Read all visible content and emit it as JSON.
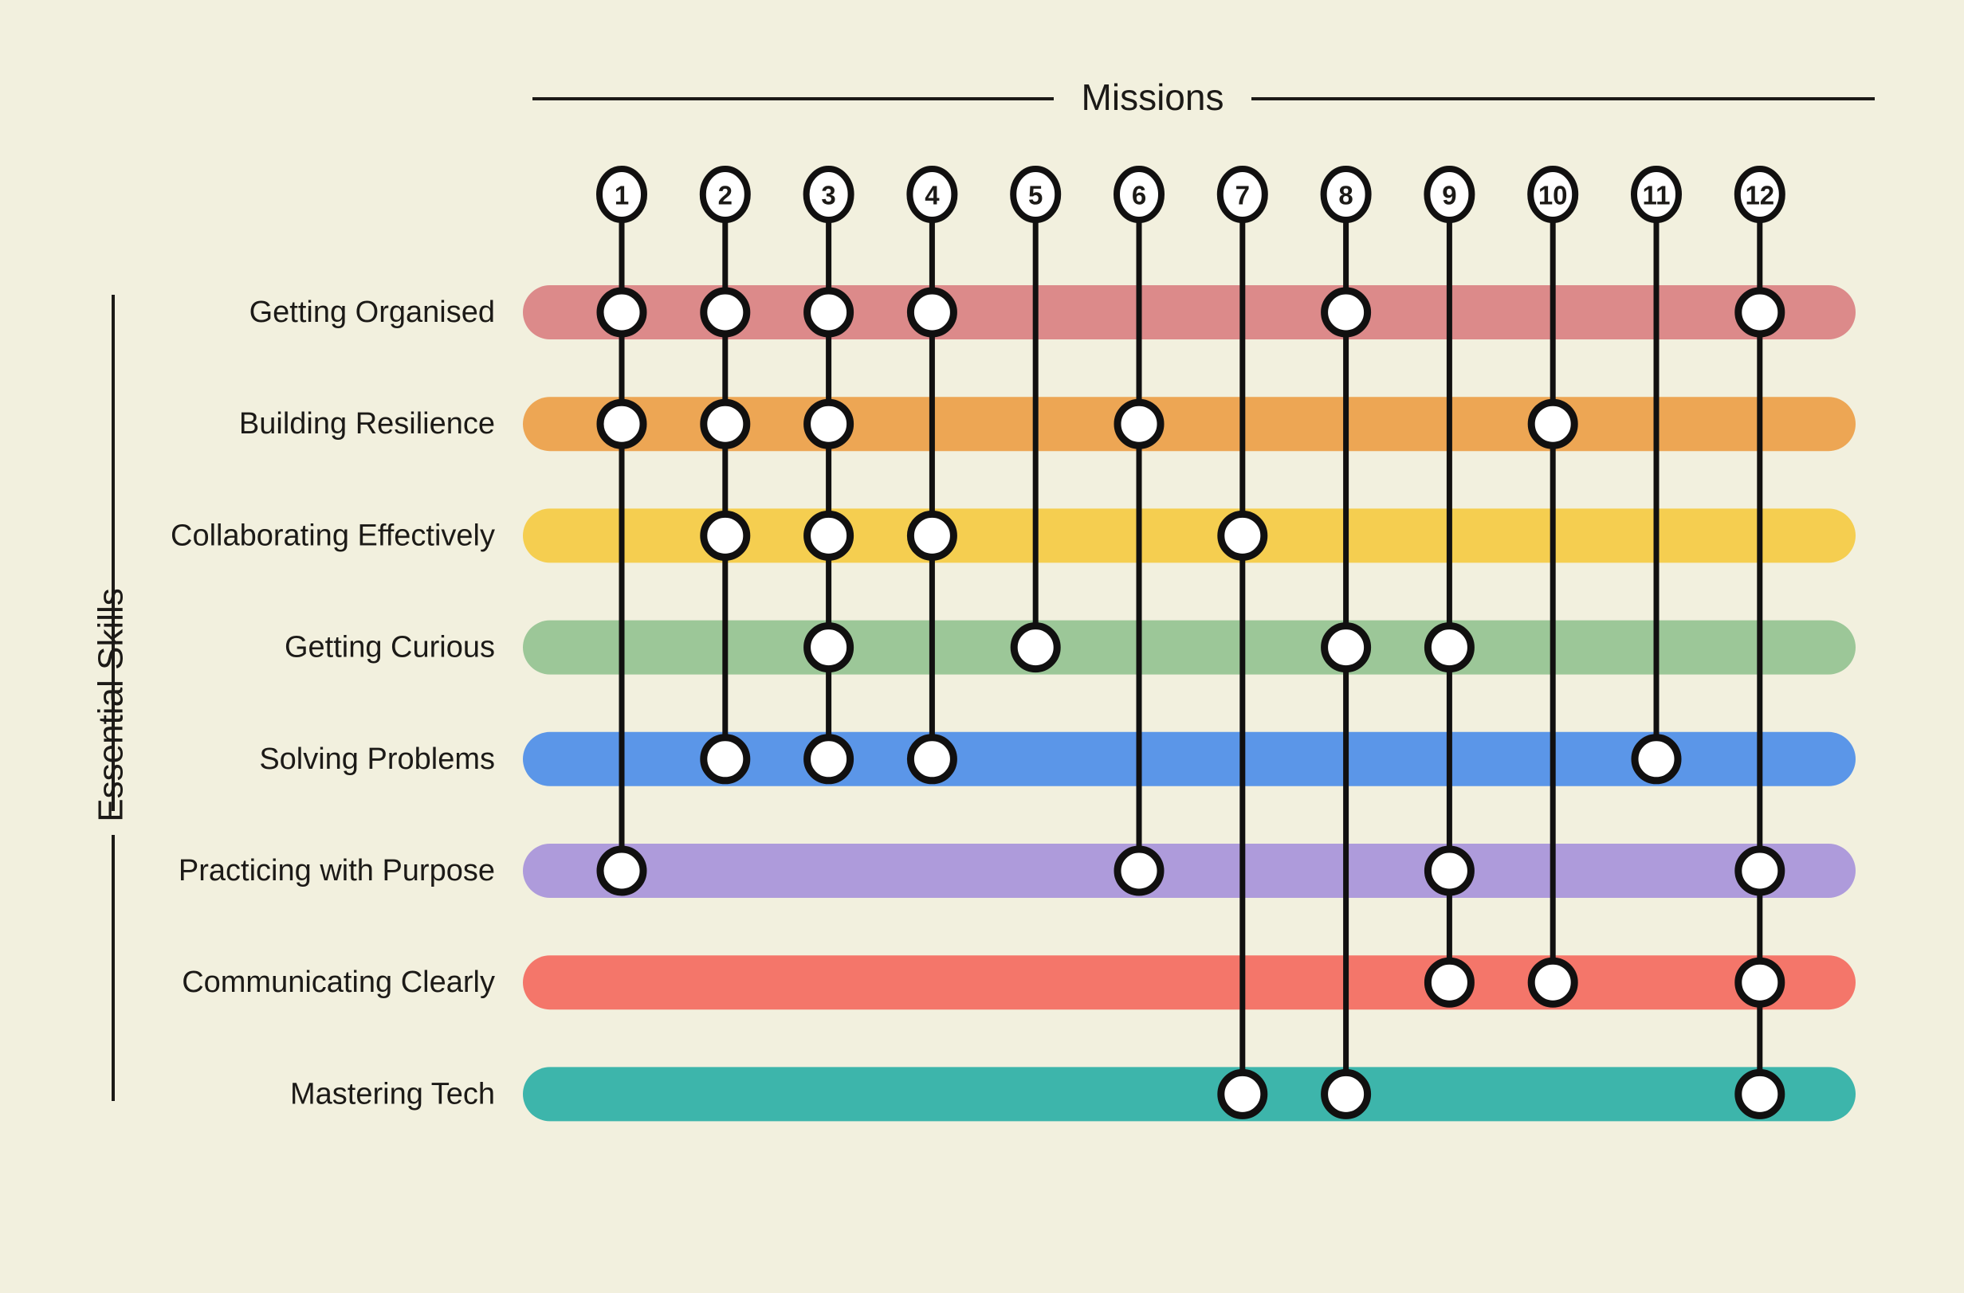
{
  "background_color": "#F2F0DE",
  "ink_color": "#1C1A17",
  "header": {
    "missions_title": "Missions"
  },
  "axes": {
    "vertical_title": "Essential Skills"
  },
  "chart_data": {
    "type": "heatmap",
    "title": "Essential Skills by Mission",
    "xlabel": "Missions",
    "ylabel": "Essential Skills",
    "grid": false,
    "legend": "none",
    "categories": [
      "1",
      "2",
      "3",
      "4",
      "5",
      "6",
      "7",
      "8",
      "9",
      "10",
      "11",
      "12"
    ],
    "rows": [
      {
        "label": "Getting Organised",
        "color": "#DC8A8A",
        "missions": [
          1,
          2,
          3,
          4,
          8,
          12
        ]
      },
      {
        "label": "Building Resilience",
        "color": "#EDA654",
        "missions": [
          1,
          2,
          3,
          6,
          10
        ]
      },
      {
        "label": "Collaborating Effectively",
        "color": "#F5CE50",
        "missions": [
          2,
          3,
          4,
          7
        ]
      },
      {
        "label": "Getting Curious",
        "color": "#9CC798",
        "missions": [
          3,
          5,
          8,
          9
        ]
      },
      {
        "label": "Solving Problems",
        "color": "#5B96E8",
        "missions": [
          2,
          3,
          4,
          11
        ]
      },
      {
        "label": "Practicing with Purpose",
        "color": "#AE9BDB",
        "missions": [
          1,
          6,
          9,
          12
        ]
      },
      {
        "label": "Communicating Clearly",
        "color": "#F4766A",
        "missions": [
          9,
          10,
          12
        ]
      },
      {
        "label": "Mastering Tech",
        "color": "#3DB5AB",
        "missions": [
          7,
          8,
          12
        ]
      }
    ],
    "mission_columns": [
      {
        "id": "1",
        "skills": [
          "Getting Organised",
          "Building Resilience",
          "Practicing with Purpose"
        ]
      },
      {
        "id": "2",
        "skills": [
          "Getting Organised",
          "Building Resilience",
          "Collaborating Effectively",
          "Solving Problems"
        ]
      },
      {
        "id": "3",
        "skills": [
          "Getting Organised",
          "Building Resilience",
          "Collaborating Effectively",
          "Getting Curious",
          "Solving Problems"
        ]
      },
      {
        "id": "4",
        "skills": [
          "Getting Organised",
          "Collaborating Effectively",
          "Solving Problems"
        ]
      },
      {
        "id": "5",
        "skills": [
          "Getting Curious"
        ]
      },
      {
        "id": "6",
        "skills": [
          "Building Resilience",
          "Practicing with Purpose"
        ]
      },
      {
        "id": "7",
        "skills": [
          "Collaborating Effectively",
          "Mastering Tech"
        ]
      },
      {
        "id": "8",
        "skills": [
          "Getting Organised",
          "Getting Curious",
          "Mastering Tech"
        ]
      },
      {
        "id": "9",
        "skills": [
          "Getting Curious",
          "Practicing with Purpose",
          "Communicating Clearly"
        ]
      },
      {
        "id": "10",
        "skills": [
          "Building Resilience",
          "Communicating Clearly"
        ]
      },
      {
        "id": "11",
        "skills": [
          "Solving Problems"
        ]
      },
      {
        "id": "12",
        "skills": [
          "Getting Organised",
          "Practicing with Purpose",
          "Communicating Clearly",
          "Mastering Tech"
        ]
      }
    ]
  }
}
